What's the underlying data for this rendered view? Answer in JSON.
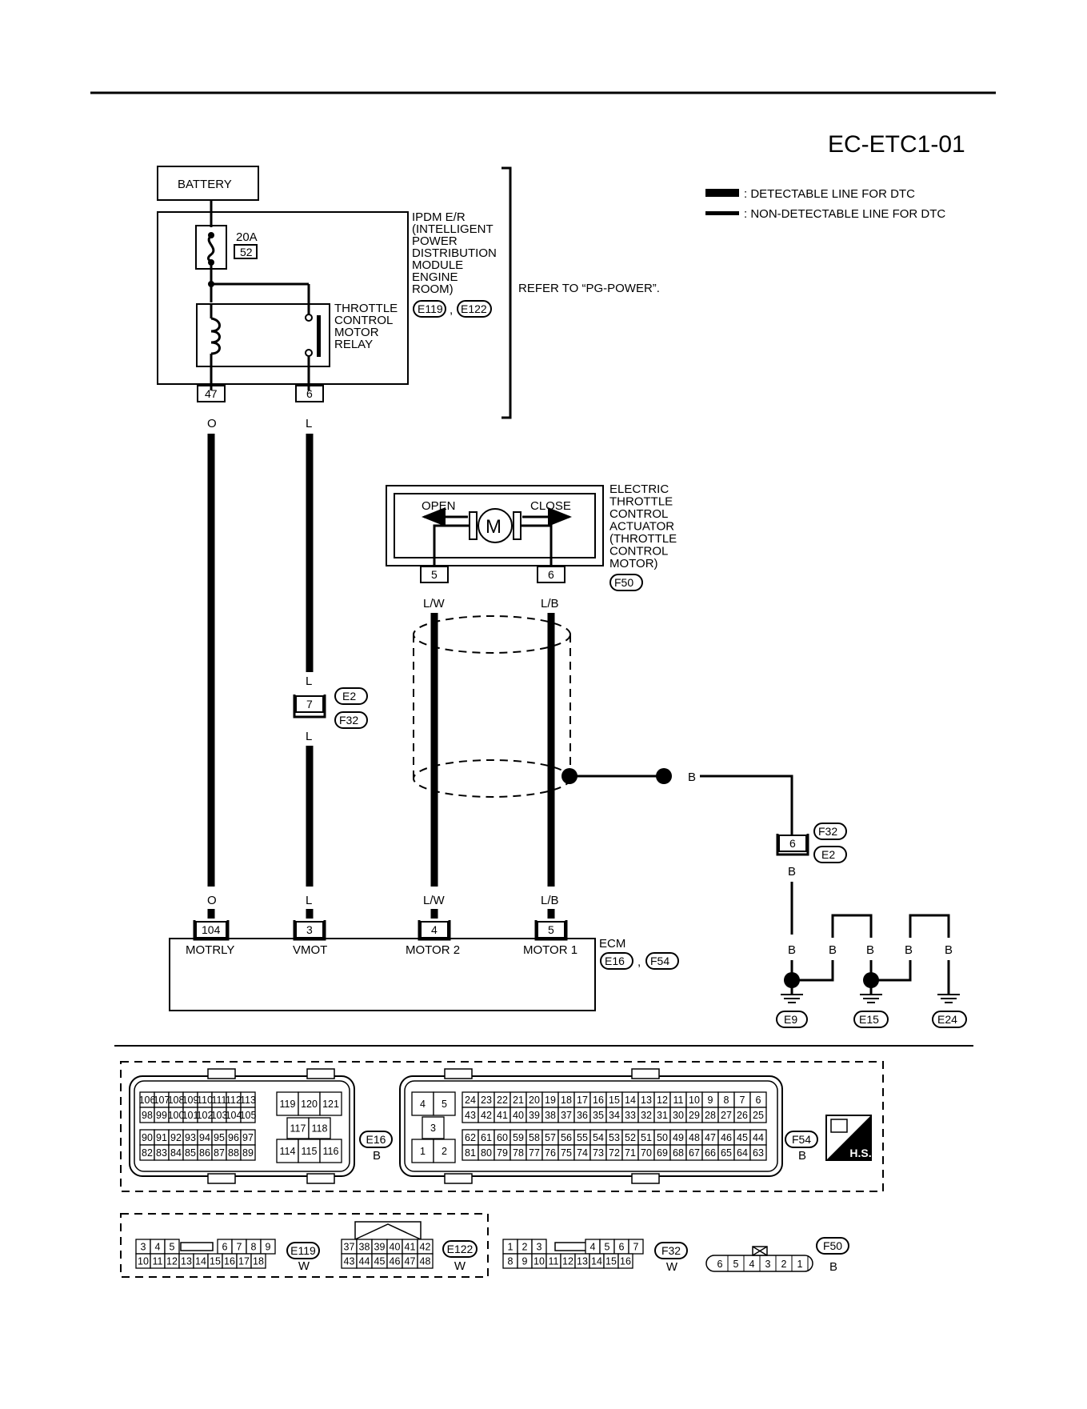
{
  "diagram_id": "EC-ETC1-01",
  "legend": {
    "detectable": ": DETECTABLE LINE FOR DTC",
    "non_detectable": ": NON-DETECTABLE LINE FOR DTC"
  },
  "battery": "BATTERY",
  "fuse": {
    "amps": "20A",
    "number": "52"
  },
  "ipdm": {
    "lines": [
      "IPDM E/R",
      "(INTELLIGENT",
      "POWER",
      "DISTRIBUTION",
      "MODULE",
      "ENGINE",
      "ROOM)"
    ],
    "connectors": [
      "E119",
      "E122"
    ]
  },
  "refer": "REFER TO “PG-POWER”.",
  "relay": {
    "lines": [
      "THROTTLE",
      "CONTROL",
      "MOTOR",
      "RELAY"
    ]
  },
  "ipdm_pins": [
    {
      "pin": "47",
      "color": "O"
    },
    {
      "pin": "6",
      "color": "L"
    }
  ],
  "actuator": {
    "lines": [
      "ELECTRIC",
      "THROTTLE",
      "CONTROL",
      "ACTUATOR",
      "(THROTTLE",
      "CONTROL",
      "MOTOR)"
    ],
    "open": "OPEN",
    "close": "CLOSE",
    "motor_symbol": "M",
    "connector": "F50",
    "pins": [
      {
        "pin": "5",
        "color": "L/W"
      },
      {
        "pin": "6",
        "color": "L/B"
      }
    ]
  },
  "joint": {
    "pin": "7",
    "color_top": "L",
    "color_bottom": "L",
    "connectors": [
      "E2",
      "F32"
    ]
  },
  "shield": {
    "color": "B"
  },
  "ground_joint": {
    "pin": "6",
    "color": "B",
    "connectors": [
      "F32",
      "E2"
    ]
  },
  "grounds": {
    "colors": [
      "B",
      "B",
      "B",
      "B",
      "B"
    ],
    "labels": [
      "E9",
      "E15",
      "E24"
    ]
  },
  "ecm": {
    "name": "ECM",
    "connectors": [
      "E16",
      "F54"
    ],
    "pins": [
      {
        "pin": "104",
        "color": "O",
        "name": "MOTRLY"
      },
      {
        "pin": "3",
        "color": "L",
        "name": "VMOT"
      },
      {
        "pin": "4",
        "color": "L/W",
        "name": "MOTOR 2"
      },
      {
        "pin": "5",
        "color": "L/B",
        "name": "MOTOR 1"
      }
    ]
  },
  "connector_views": {
    "E16": {
      "label": "E16",
      "color": "B",
      "rows": [
        [
          "106",
          "107",
          "108",
          "109",
          "110",
          "111",
          "112",
          "113"
        ],
        [
          "98",
          "99",
          "100",
          "101",
          "102",
          "103",
          "104",
          "105"
        ],
        [
          "90",
          "91",
          "92",
          "93",
          "94",
          "95",
          "96",
          "97"
        ],
        [
          "82",
          "83",
          "84",
          "85",
          "86",
          "87",
          "88",
          "89"
        ]
      ],
      "side": [
        "119",
        "120",
        "121",
        "117",
        "118",
        "114",
        "115",
        "116"
      ]
    },
    "F54": {
      "label": "F54",
      "color": "B",
      "left": [
        "4",
        "5",
        "3",
        "1",
        "2"
      ],
      "rows": [
        [
          "24",
          "23",
          "22",
          "21",
          "20",
          "19",
          "18",
          "17",
          "16",
          "15",
          "14",
          "13",
          "12",
          "11",
          "10",
          "9",
          "8",
          "7",
          "6"
        ],
        [
          "43",
          "42",
          "41",
          "40",
          "39",
          "38",
          "37",
          "36",
          "35",
          "34",
          "33",
          "32",
          "31",
          "30",
          "29",
          "28",
          "27",
          "26",
          "25"
        ],
        [
          "62",
          "61",
          "60",
          "59",
          "58",
          "57",
          "56",
          "55",
          "54",
          "53",
          "52",
          "51",
          "50",
          "49",
          "48",
          "47",
          "46",
          "45",
          "44"
        ],
        [
          "81",
          "80",
          "79",
          "78",
          "77",
          "76",
          "75",
          "74",
          "73",
          "72",
          "71",
          "70",
          "69",
          "68",
          "67",
          "66",
          "65",
          "64",
          "63"
        ]
      ]
    },
    "hs_badge": "H.S.",
    "E119": {
      "label": "E119",
      "color": "W",
      "top_left": [
        "3",
        "4",
        "5"
      ],
      "top_right": [
        "6",
        "7",
        "8",
        "9"
      ],
      "bottom": [
        "10",
        "11",
        "12",
        "13",
        "14",
        "15",
        "16",
        "17",
        "18"
      ]
    },
    "E122": {
      "label": "E122",
      "color": "W",
      "top": [
        "37",
        "38",
        "39",
        "40",
        "41",
        "42"
      ],
      "bottom": [
        "43",
        "44",
        "45",
        "46",
        "47",
        "48"
      ]
    },
    "F32": {
      "label": "F32",
      "color": "W",
      "top_left": [
        "1",
        "2",
        "3"
      ],
      "top_right": [
        "4",
        "5",
        "6",
        "7"
      ],
      "bottom": [
        "8",
        "9",
        "10",
        "11",
        "12",
        "13",
        "14",
        "15",
        "16"
      ]
    },
    "F50": {
      "label": "F50",
      "color": "B",
      "pins": [
        "6",
        "5",
        "4",
        "3",
        "2",
        "1"
      ]
    }
  }
}
